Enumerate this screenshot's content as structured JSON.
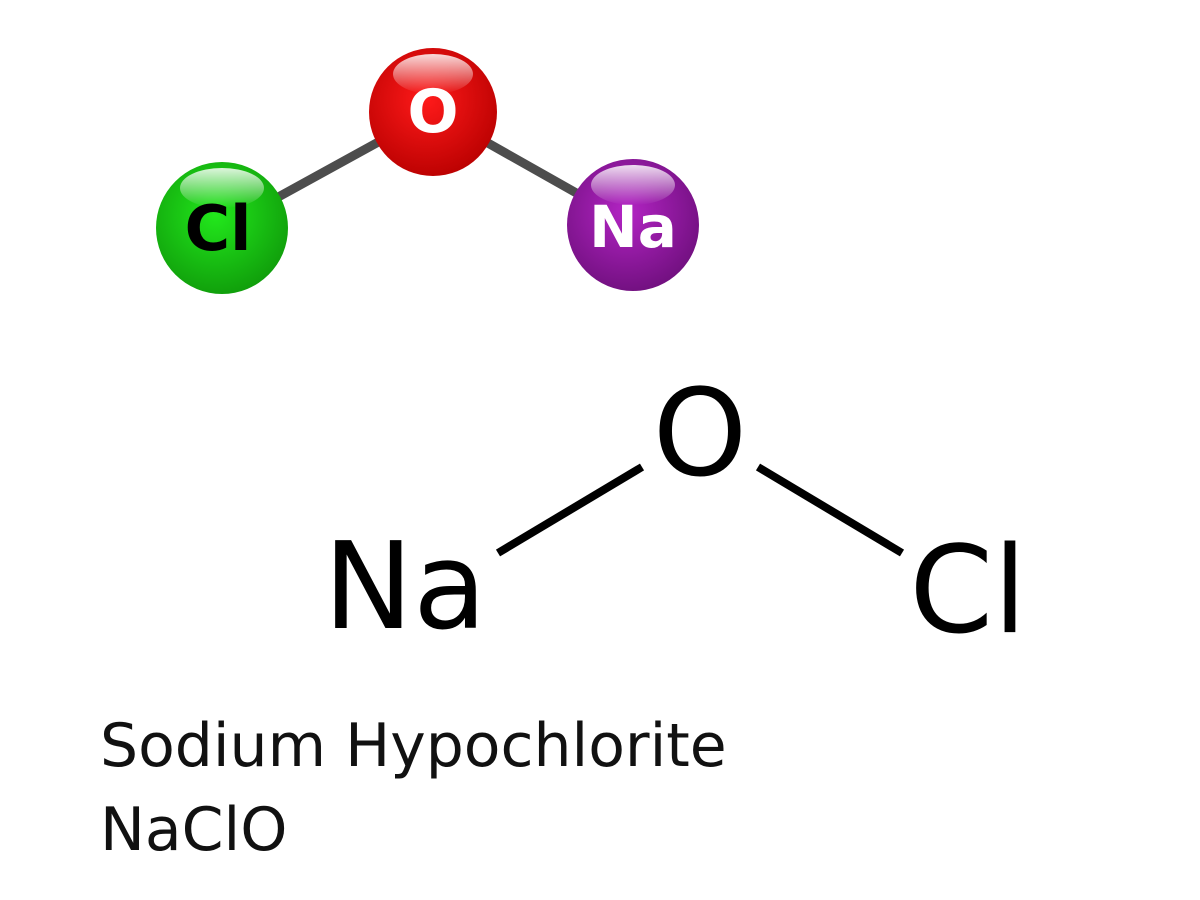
{
  "ball_model": {
    "bond_color": "#4d4d4d",
    "atoms": [
      {
        "symbol": "Cl",
        "color": "#22e81c",
        "dark": "#0f9a0a",
        "text_color": "#000000"
      },
      {
        "symbol": "O",
        "color": "#ff1a1a",
        "dark": "#b80000",
        "text_color": "#ffffff"
      },
      {
        "symbol": "Na",
        "color": "#b324c4",
        "dark": "#6e0f7c",
        "text_color": "#ffffff"
      }
    ]
  },
  "structural_formula": {
    "atoms": [
      "Na",
      "O",
      "Cl"
    ],
    "bond_color": "#000000"
  },
  "caption": {
    "name": "Sodium Hypochlorite",
    "formula": "NaClO"
  }
}
